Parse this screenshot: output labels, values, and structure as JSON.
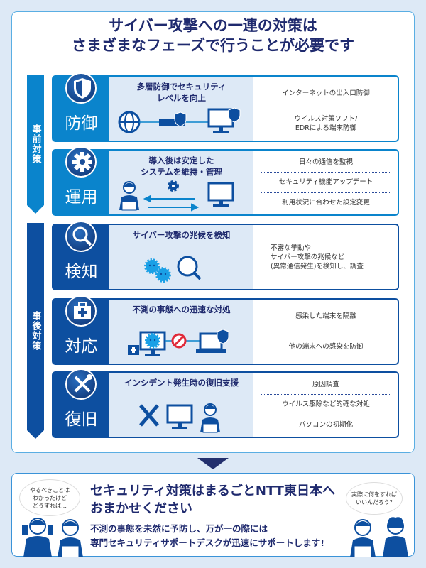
{
  "title": {
    "line1": "サイバー攻撃への一連の対策は",
    "line2": "さまざまなフェーズで行うことが必要です"
  },
  "phases": [
    {
      "label": "事前対策"
    },
    {
      "label": "事後対策"
    }
  ],
  "cards": [
    {
      "label": "防御",
      "icon": "shield-icon",
      "heading": "多層防御でセキュリティ\nレベルを向上",
      "items": [
        "インターネットの出入口防御",
        "ウイルス対策ソフト/\nEDRによる端末防御"
      ]
    },
    {
      "label": "運用",
      "icon": "gear-icon",
      "heading": "導入後は安定した\nシステムを維持・管理",
      "items": [
        "日々の通信を監視",
        "セキュリティ機能アップデート",
        "利用状況に合わせた設定変更"
      ]
    },
    {
      "label": "検知",
      "icon": "magnifier-icon",
      "heading": "サイバー攻撃の兆候を検知",
      "items": [
        "不審な挙動や\nサイバー攻撃の兆候など\n(異常通信発生)を検知し、調査"
      ]
    },
    {
      "label": "対応",
      "icon": "first-aid-kit-icon",
      "heading": "不測の事態への迅速な対処",
      "items": [
        "感染した端末を隔離",
        "他の端末への感染を防御"
      ]
    },
    {
      "label": "復旧",
      "icon": "tools-icon",
      "heading": "インシデント発生時の復旧支援",
      "items": [
        "原因調査",
        "ウイルス駆除など的確な対処",
        "パソコンの初期化"
      ]
    }
  ],
  "bottom": {
    "title1": "セキュリティ対策はまるごとNTT東日本へ",
    "title2": "おまかせください",
    "body1": "不測の事態を未然に予防し、万が一の際には",
    "body2": "専門セキュリティサポートデスクが迅速にサポートします!",
    "bubble_left": "やるべきことは\nわかったけど\nどうすれば…",
    "bubble_right": "実際に何をすれば\nいいんだろう?"
  },
  "colors": {
    "light_blue": "#0a84cc",
    "dark_blue": "#0d4fa0",
    "navy": "#1f2a6e",
    "bg": "#dde9f6"
  }
}
